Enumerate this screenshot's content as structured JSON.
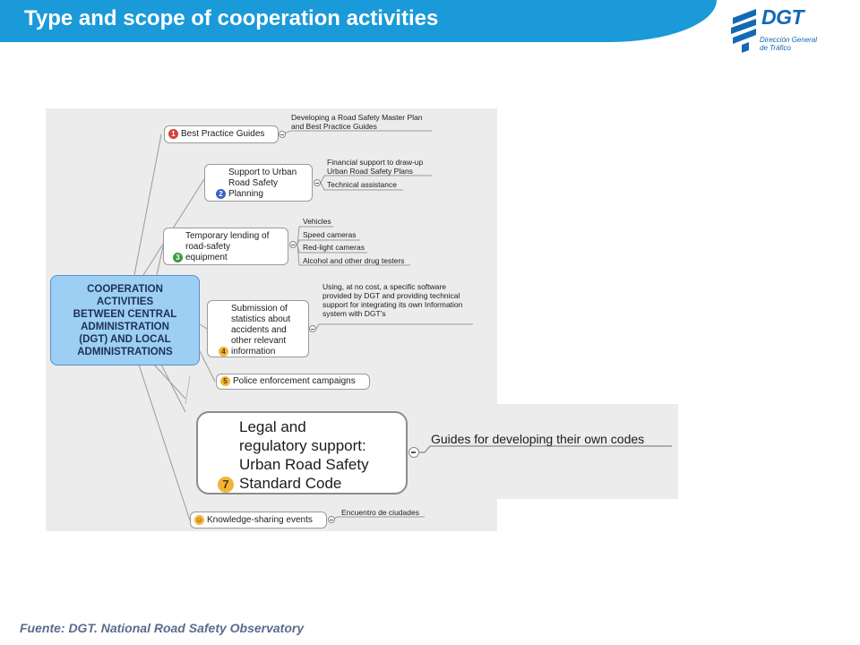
{
  "slide": {
    "title": "Type and scope of cooperation activities",
    "source": "Fuente: DGT. National Road Safety Observatory"
  },
  "logo": {
    "name": "DGT",
    "subtitle_line1": "Dirección General",
    "subtitle_line2": "de Tráfico",
    "color": "#1469b4"
  },
  "colors": {
    "header": "#1a9ad8",
    "central_node": "#9ccff3",
    "diagram_background": "#ececec"
  },
  "diagram": {
    "central": {
      "lines": [
        "COOPERATION",
        "ACTIVITIES",
        "BETWEEN CENTRAL",
        "ADMINISTRATION",
        "(DGT) AND LOCAL",
        "ADMINISTRATIONS"
      ]
    },
    "branches": {
      "b1": {
        "number": "1",
        "label": "Best Practice Guides",
        "leaf1_line1": "Developing a Road Safety Master Plan",
        "leaf1_line2": "and Best Practice Guides"
      },
      "b2": {
        "number": "2",
        "line1": "Support to Urban",
        "line2": "Road Safety",
        "line3": "Planning",
        "leaf1_line1": "Financial support to draw-up",
        "leaf1_line2": "Urban Road Safety Plans",
        "leaf2": "Technical assistance"
      },
      "b3": {
        "number": "3",
        "line1": "Temporary lending of",
        "line2": "road-safety",
        "line3": "equipment",
        "leaf1": "Vehicles",
        "leaf2": "Speed cameras",
        "leaf3": "Red-light cameras",
        "leaf4": "Alcohol and other drug testers"
      },
      "b4": {
        "number": "4",
        "line1": "Submission of",
        "line2": "statistics about",
        "line3": "accidents and",
        "line4": "other relevant",
        "line5": "information",
        "leaf1_line1": "Using, at no cost, a specific software",
        "leaf1_line2": "provided by DGT and providing technical",
        "leaf1_line3": "support for integrating its own Information",
        "leaf1_line4": "system with DGT's"
      },
      "b5": {
        "number": "5",
        "label": "Police enforcement campaigns"
      },
      "b7": {
        "number": "7",
        "line1": "Legal and",
        "line2": "regulatory support:",
        "line3": "Urban Road Safety",
        "line4": "Standard Code",
        "leaf1": "Guides for developing their own codes"
      },
      "b8": {
        "icon": "smiley-icon",
        "label": "Knowledge-sharing events",
        "leaf1": "Encuentro de ciudades"
      }
    }
  }
}
